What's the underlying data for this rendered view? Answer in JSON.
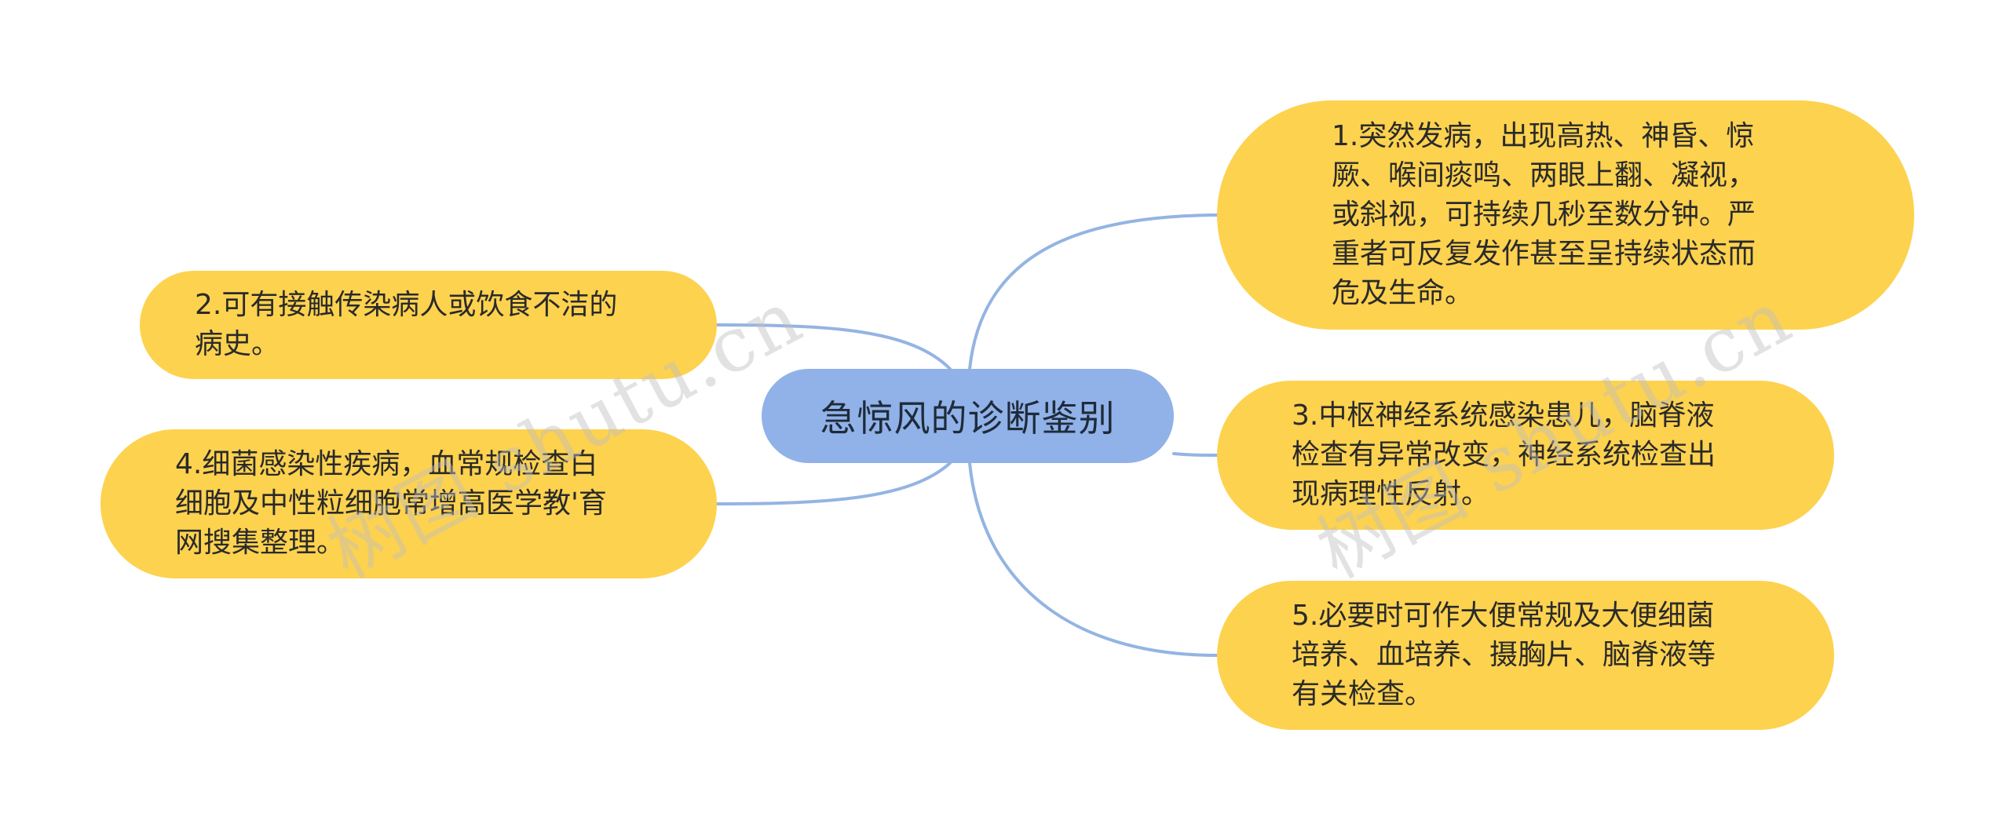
{
  "mindmap": {
    "center": {
      "label": "急惊风的诊断鉴别"
    },
    "branches": [
      {
        "label": "1.突然发病，出现高热、神昏、惊\n厥、喉间痰鸣、两眼上翻、凝视，\n或斜视，可持续几秒至数分钟。严\n重者可反复发作甚至呈持续状态而\n危及生命。"
      },
      {
        "label": "2.可有接触传染病人或饮食不洁的\n病史。"
      },
      {
        "label": "3.中枢神经系统感染患儿，脑脊液\n检查有异常改变，神经系统检查出\n现病理性反射。"
      },
      {
        "label": "4.细菌感染性疾病，血常规检查白\n细胞及中性粒细胞常增高医学教'育\n网搜集整理。"
      },
      {
        "label": "5.必要时可作大便常规及大便细菌\n培养、血培养、摄胸片、脑脊液等\n有关检查。"
      }
    ]
  },
  "watermark": {
    "text": "树图 shutu.cn"
  },
  "colors": {
    "center_fill": "#90b2e8",
    "branch_fill": "#fdd24f",
    "connector": "#94b4e2",
    "background": "#ffffff"
  }
}
